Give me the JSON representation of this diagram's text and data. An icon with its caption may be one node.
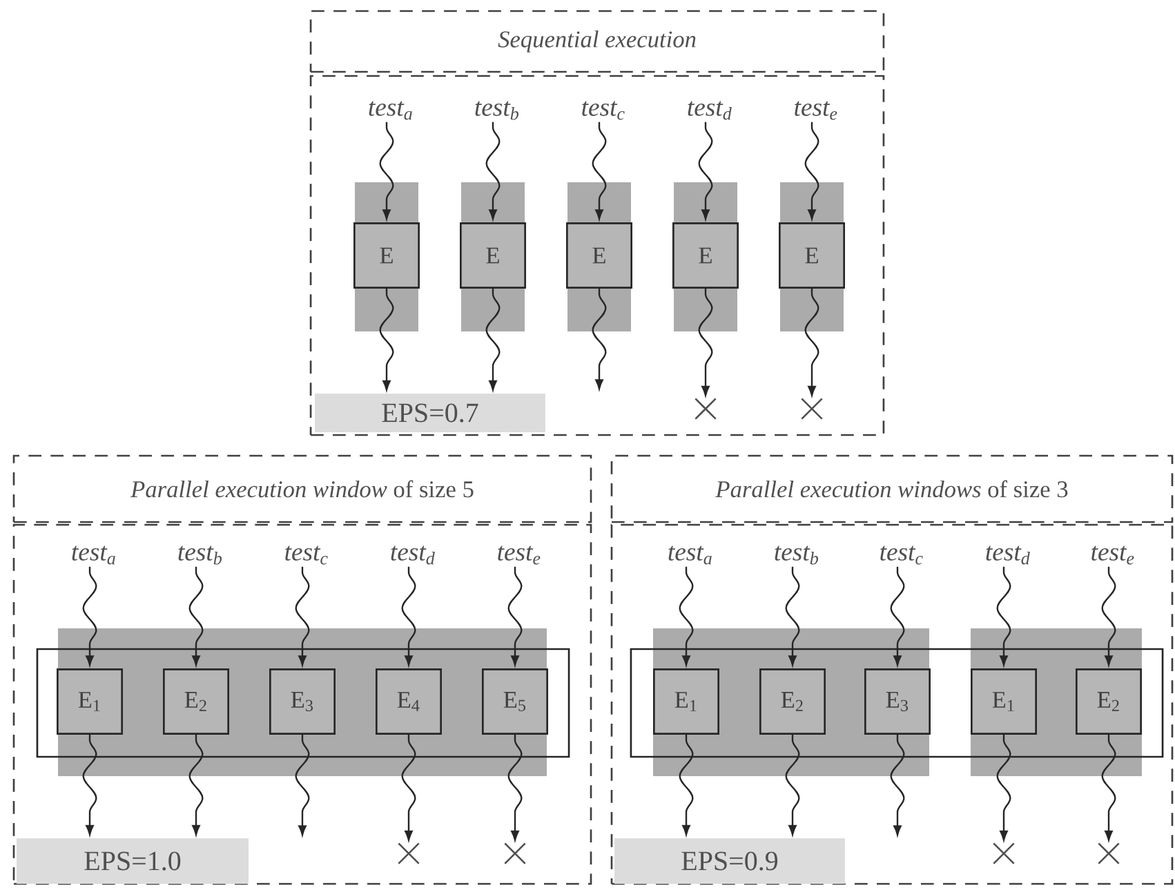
{
  "diagram": {
    "nodes": [
      {
        "text": [
          "*Sequential execution*"
        ]
      },
      {
        "text": [],
        "shape": "box"
      },
      {
        "text": [
          "test$_{a}$"
        ],
        "in": 1
      },
      {
        "text": [
          "test$_{b}$"
        ],
        "in": 1
      },
      {
        "text": [
          "test$_{c}$"
        ],
        "in": 1
      },
      {
        "text": [
          "test$_{d}$"
        ],
        "in": 1
      },
      {
        "text": [
          "test$_{e}$"
        ],
        "in": 1
      },
      {
        "text": [
          "E"
        ],
        "in": 1
      },
      {
        "text": [
          "E"
        ],
        "in": 1
      },
      {
        "text": [
          "E"
        ],
        "in": 1
      },
      {
        "text": [
          "E"
        ],
        "in": 1
      },
      {
        "text": [
          "E"
        ],
        "in": 1
      },
      {
        "text": [],
        "shape": "cross",
        "in": 1
      },
      {
        "text": [],
        "shape": "cross",
        "in": 1
      },
      {
        "text": [
          "EPS=0.7"
        ],
        "in": 1
      },
      {
        "text": [
          "*Parallel execution window* of size 5"
        ]
      },
      {
        "text": [],
        "shape": "box"
      },
      {
        "text": [],
        "shape": "box",
        "in": 16
      },
      {
        "text": [
          "test$_{a}$"
        ],
        "in": 16
      },
      {
        "text": [
          "test$_{b}$"
        ],
        "in": 16
      },
      {
        "text": [
          "test$_{c}$"
        ],
        "in": 16
      },
      {
        "text": [
          "test$_{d}$"
        ],
        "in": 16
      },
      {
        "text": [
          "test$_{e}$"
        ],
        "in": 16
      },
      {
        "text": [
          "E$_{1}$"
        ],
        "in": 17
      },
      {
        "text": [
          "E$_{2}$"
        ],
        "in": 17
      },
      {
        "text": [
          "E$_{3}$"
        ],
        "in": 17
      },
      {
        "text": [
          "E$_{4}$"
        ],
        "in": 17
      },
      {
        "text": [
          "E$_{5}$"
        ],
        "in": 17
      },
      {
        "text": [],
        "shape": "cross",
        "in": 16
      },
      {
        "text": [],
        "shape": "cross",
        "in": 16
      },
      {
        "text": [
          "EPS=1.0"
        ],
        "in": 16
      },
      {
        "text": [
          "*Parallel execution windows* of size 3"
        ]
      },
      {
        "text": [],
        "shape": "box"
      },
      {
        "text": [],
        "shape": "box",
        "in": 32
      },
      {
        "text": [
          "test$_{a}$"
        ],
        "in": 32
      },
      {
        "text": [
          "test$_{b}$"
        ],
        "in": 32
      },
      {
        "text": [
          "test$_{c}$"
        ],
        "in": 32
      },
      {
        "text": [
          "test$_{d}$"
        ],
        "in": 32
      },
      {
        "text": [
          "test$_{e}$"
        ],
        "in": 32
      },
      {
        "text": [
          "E$_{1}$"
        ],
        "in": 33
      },
      {
        "text": [
          "E$_{2}$"
        ],
        "in": 33
      },
      {
        "text": [
          "E$_{3}$"
        ],
        "in": 33
      },
      {
        "text": [
          "E$_{1}$"
        ],
        "in": 33
      },
      {
        "text": [
          "E$_{2}$"
        ],
        "in": 33
      },
      {
        "text": [],
        "shape": "cross",
        "in": 32
      },
      {
        "text": [],
        "shape": "cross",
        "in": 32
      },
      {
        "text": [
          "EPS=0.9"
        ],
        "in": 32
      }
    ],
    "edges": [
      {
        "from": 2,
        "to": 7,
        "arrow": "to"
      },
      {
        "from": 3,
        "to": 8,
        "arrow": "to"
      },
      {
        "from": 4,
        "to": 9,
        "arrow": "to"
      },
      {
        "from": 5,
        "to": 10,
        "arrow": "to"
      },
      {
        "from": 6,
        "to": 11,
        "arrow": "to"
      },
      {
        "from": 7,
        "to": 14,
        "arrow": "to"
      },
      {
        "from": 8,
        "to": 14,
        "arrow": "to"
      },
      {
        "from": 9,
        "to": null,
        "arrow": "to"
      },
      {
        "from": 10,
        "to": 12,
        "arrow": "to"
      },
      {
        "from": 11,
        "to": 13,
        "arrow": "to"
      },
      {
        "from": 18,
        "to": 23,
        "arrow": "to"
      },
      {
        "from": 19,
        "to": 24,
        "arrow": "to"
      },
      {
        "from": 20,
        "to": 25,
        "arrow": "to"
      },
      {
        "from": 21,
        "to": 26,
        "arrow": "to"
      },
      {
        "from": 22,
        "to": 27,
        "arrow": "to"
      },
      {
        "from": 23,
        "to": 30,
        "arrow": "to"
      },
      {
        "from": 24,
        "to": 30,
        "arrow": "to"
      },
      {
        "from": 25,
        "to": null,
        "arrow": "to"
      },
      {
        "from": 26,
        "to": 28,
        "arrow": "to"
      },
      {
        "from": 27,
        "to": 29,
        "arrow": "to"
      },
      {
        "from": 34,
        "to": 39,
        "arrow": "to"
      },
      {
        "from": 35,
        "to": 40,
        "arrow": "to"
      },
      {
        "from": 36,
        "to": 41,
        "arrow": "to"
      },
      {
        "from": 37,
        "to": 42,
        "arrow": "to"
      },
      {
        "from": 38,
        "to": 43,
        "arrow": "to"
      },
      {
        "from": 39,
        "to": 46,
        "arrow": "to"
      },
      {
        "from": 40,
        "to": 46,
        "arrow": "to"
      },
      {
        "from": 41,
        "to": null,
        "arrow": "to"
      },
      {
        "from": 42,
        "to": 44,
        "arrow": "to"
      },
      {
        "from": 43,
        "to": 45,
        "arrow": "to"
      }
    ]
  }
}
